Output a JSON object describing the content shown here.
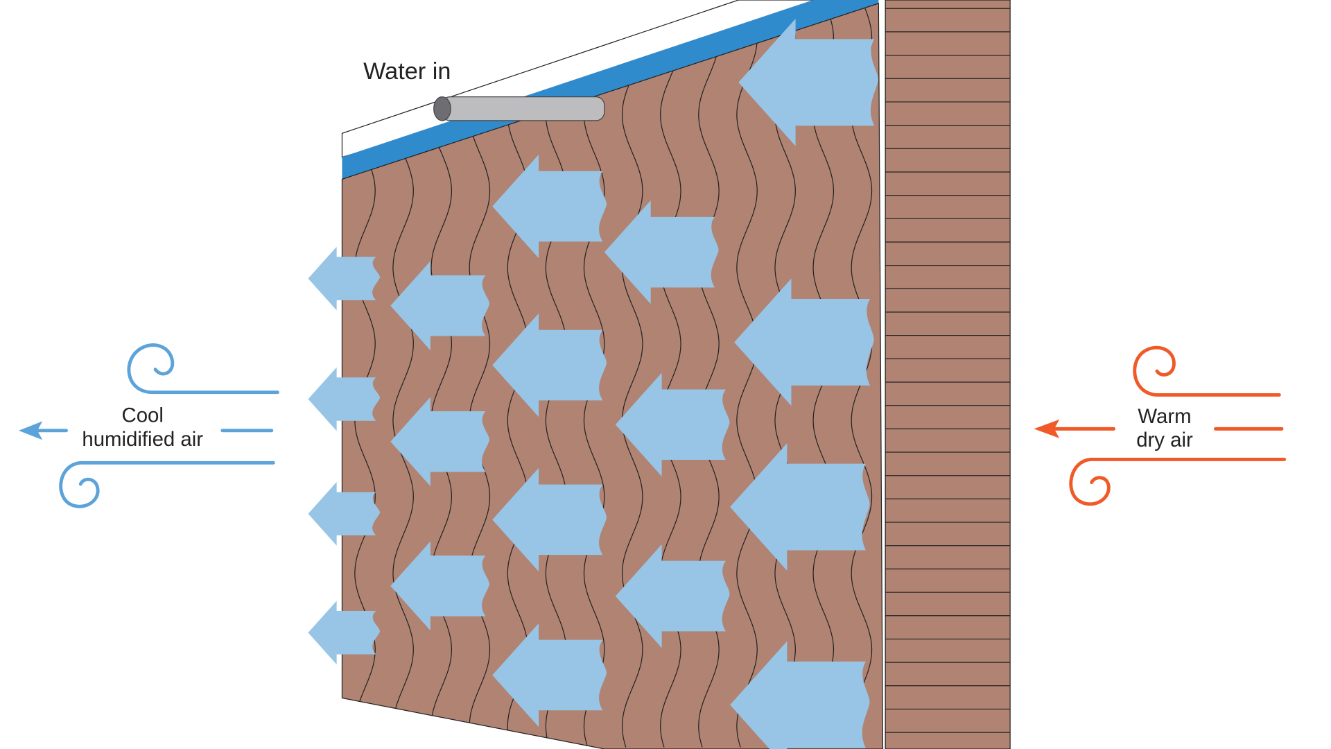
{
  "title": "Evaporative cooling pad airflow",
  "labels": {
    "water_in": "Water in",
    "cool_line1": "Cool",
    "cool_line2": "humidified air",
    "warm_line1": "Warm",
    "warm_line2": "dry air"
  },
  "colors": {
    "pad": "#b08373",
    "water_band": "#2f8bcc",
    "air_arrow": "#98c5e6",
    "cool_air": "#5ba3d9",
    "warm_air": "#f05a28",
    "pipe": "#bdbdc0",
    "pipe_end": "#6e6e72"
  },
  "icons": {
    "cool_air_icon": "wind-swirl-left",
    "warm_air_icon": "wind-swirl-left"
  }
}
